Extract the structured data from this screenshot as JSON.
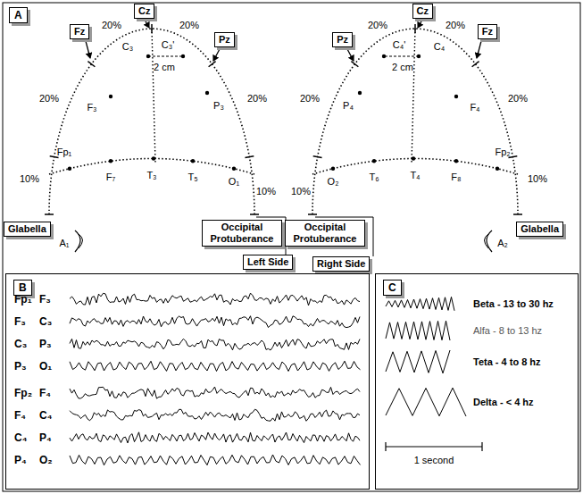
{
  "diagram": {
    "nodes": [
      {
        "text": [
          "A"
        ]
      },
      {
        "text": [
          "Fz"
        ]
      },
      {
        "text": [
          "Cz"
        ]
      },
      {
        "text": [
          "Pz"
        ]
      },
      {
        "text": [
          "Pz"
        ]
      },
      {
        "text": [
          "Cz"
        ]
      },
      {
        "text": [
          "Fz"
        ]
      },
      {
        "text": [
          "Glabella"
        ]
      },
      {
        "text": [
          "Occipital Protuberance"
        ]
      },
      {
        "text": [
          "Occipital Protuberance"
        ]
      },
      {
        "text": [
          "Glabella"
        ]
      },
      {
        "text": [
          "Left Side"
        ]
      },
      {
        "text": [
          "Right Side"
        ]
      },
      {
        "text": [
          "B"
        ]
      },
      {
        "text": [
          "C"
        ]
      }
    ],
    "labels": [
      "20%",
      "20%",
      "20%",
      "20%",
      "10%",
      "10%",
      "C₃",
      "C₃'",
      "2 cm",
      "F₃",
      "P₃",
      "Fp₁",
      "F₇",
      "T₃",
      "T₅",
      "O₁",
      "A₁",
      "20%",
      "20%",
      "20%",
      "20%",
      "10%",
      "10%",
      "C₄",
      "C₄'",
      "2 cm",
      "F₄",
      "P₄",
      "Fp₂",
      "F₈",
      "T₄",
      "T₆",
      "O₂",
      "A₂",
      "Fp₁",
      "F₃",
      "F₃",
      "C₃",
      "C₃",
      "P₃",
      "P₃",
      "O₁",
      "Fp₂",
      "F₄",
      "F₄",
      "C₄",
      "C₄",
      "P₄",
      "P₄",
      "O₂",
      "Beta - 13 to 30 hz",
      "Alfa - 8 to 13 hz",
      "Teta - 4 to 8 hz",
      "Delta - < 4 hz",
      "1 second"
    ]
  }
}
